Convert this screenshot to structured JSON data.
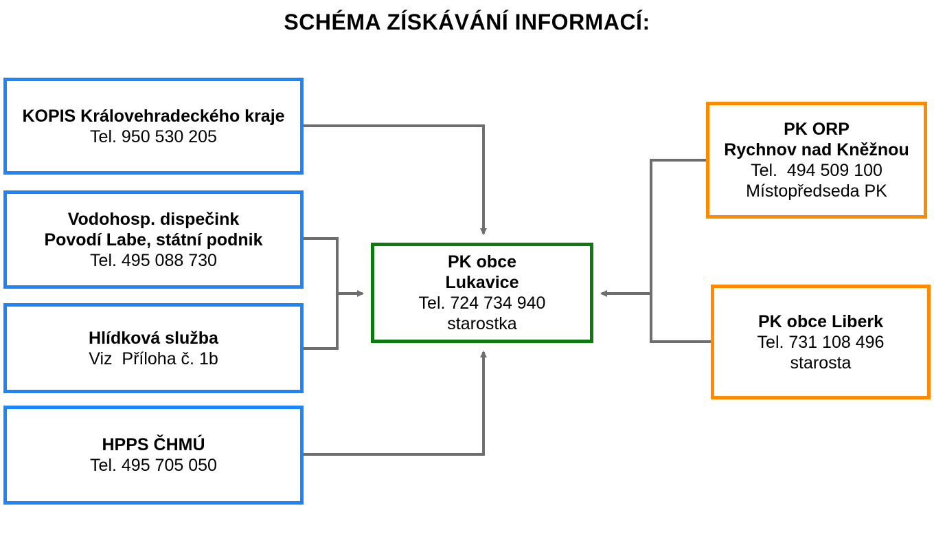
{
  "title": "SCHÉMA ZÍSKÁVÁNÍ INFORMACÍ:",
  "colors": {
    "left_sources": "#1a85ff",
    "center": "#0c7a0c",
    "right_sources": "#ff8a00",
    "connectors": "#6e6e6e"
  },
  "nodes": {
    "kopis": {
      "name": "KOPIS Královehradeckého kraje",
      "phone": "Tel. 950 530 205"
    },
    "vodohosp": {
      "name_line1": "Vodohosp. dispečink",
      "name_line2": "Povodí Labe, státní podnik",
      "phone": "Tel. 495 088 730"
    },
    "hlidkova": {
      "name": "Hlídková služba",
      "note": "Viz  Příloha č. 1b"
    },
    "hpps": {
      "name": "HPPS ČHMÚ",
      "phone": "Tel. 495 705 050"
    },
    "center": {
      "name_line1": "PK obce",
      "name_line2": "Lukavice",
      "phone": "Tel. 724 734 940",
      "role": "starostka"
    },
    "orp": {
      "name_line1": "PK ORP",
      "name_line2": "Rychnov nad Kněžnou",
      "phone": "Tel.  494 509 100",
      "role": "Místopředseda PK"
    },
    "liberk": {
      "name": "PK obce Liberk",
      "phone": "Tel. 731 108 496",
      "role": "starosta"
    }
  },
  "edges": [
    {
      "from": "kopis",
      "to": "center"
    },
    {
      "from": "vodohosp",
      "to": "center"
    },
    {
      "from": "hlidkova",
      "to": "center"
    },
    {
      "from": "hpps",
      "to": "center"
    },
    {
      "from": "orp",
      "to": "center"
    },
    {
      "from": "liberk",
      "to": "center"
    }
  ]
}
